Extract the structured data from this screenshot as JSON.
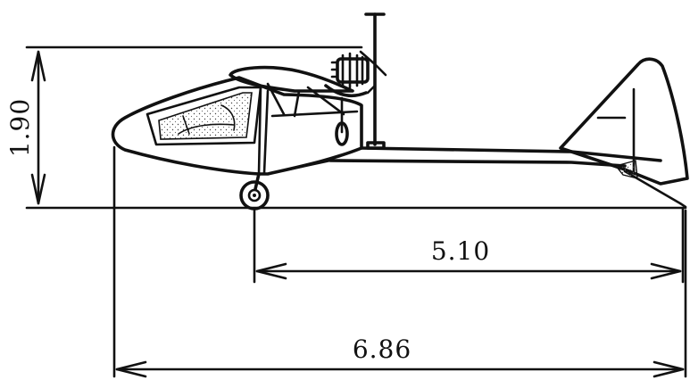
{
  "dimensions": {
    "height_label": "1.90",
    "wheelbase_label": "5.10",
    "length_label": "6.86"
  },
  "colors": {
    "ink": "#111111",
    "background": "#ffffff"
  }
}
